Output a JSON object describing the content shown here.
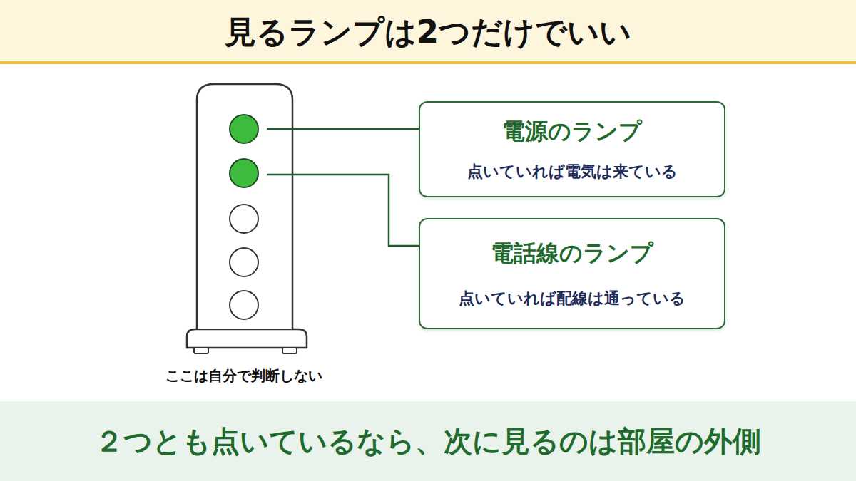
{
  "diagram": {
    "title": "見るランプは2つだけでいい",
    "caption": "２つとも点いているなら、次に見るのは部屋の外側",
    "nodes": [
      {
        "text": [
          "電源のランプ",
          "点いていれば電気は来ている"
        ]
      },
      {
        "text": [
          "電話線のランプ",
          "点いていれば配線は通っている"
        ]
      }
    ],
    "labels": [
      "ここは自分で判断しない"
    ]
  }
}
